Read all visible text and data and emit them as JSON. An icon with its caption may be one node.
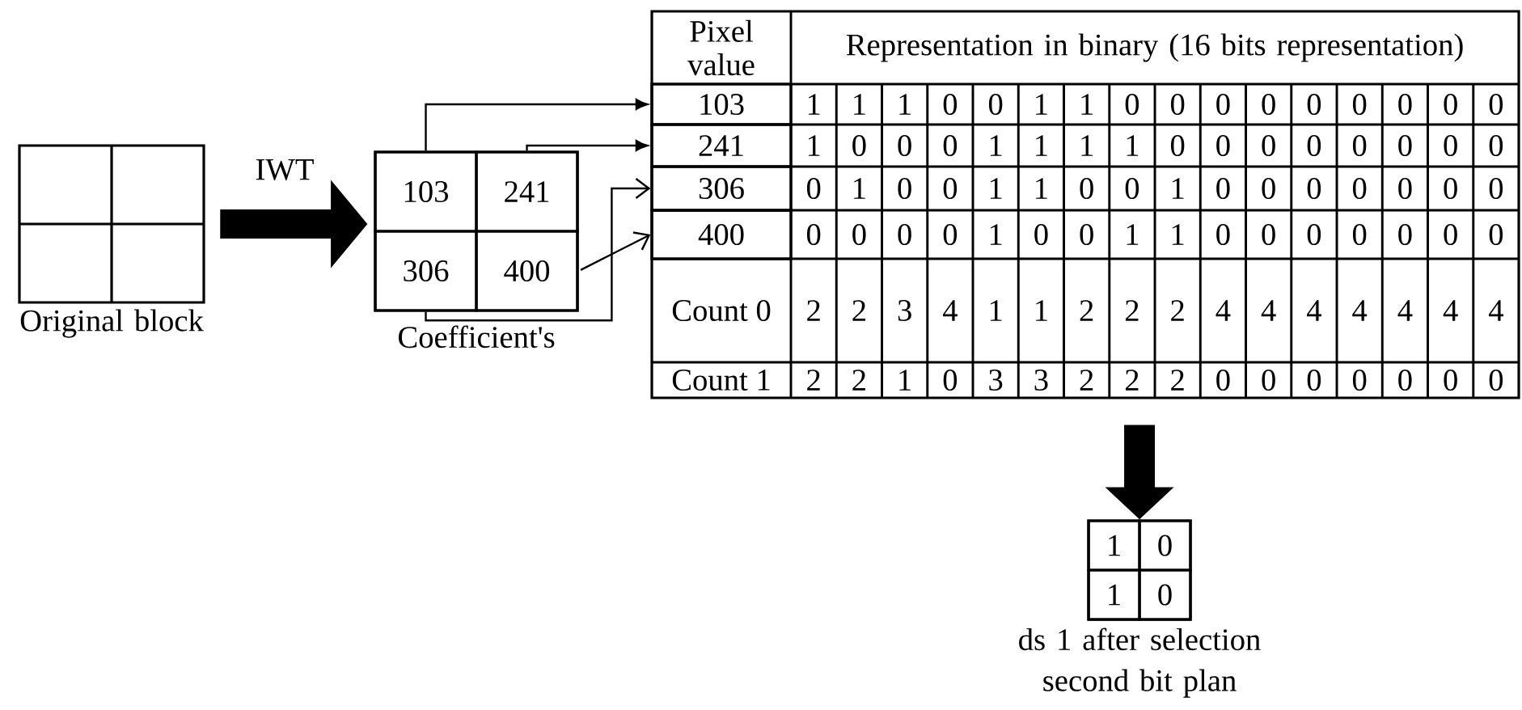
{
  "diagram": {
    "nodes": [
      {
        "text": [],
        "shape": "box",
        "beside": [
          "Original block"
        ]
      },
      {
        "text": [],
        "shape": "box",
        "beside": [
          "Coefficient's"
        ]
      },
      {
        "text": [
          "103"
        ],
        "in": 1
      },
      {
        "text": [
          "241"
        ],
        "in": 1
      },
      {
        "text": [
          "306"
        ],
        "in": 1
      },
      {
        "text": [
          "400"
        ],
        "in": 1
      },
      {
        "text": [],
        "shape": "box"
      },
      {
        "text": [
          "103"
        ],
        "in": 6
      },
      {
        "text": [
          "241"
        ],
        "in": 6
      },
      {
        "text": [
          "306"
        ],
        "in": 6
      },
      {
        "text": [
          "400"
        ],
        "in": 6
      },
      {
        "text": [],
        "shape": "box",
        "beside": [
          "ds 1 after selection second bit plan"
        ]
      },
      {
        "text": [
          "1"
        ],
        "in": 11
      },
      {
        "text": [
          "0"
        ],
        "in": 11
      },
      {
        "text": [
          "1"
        ],
        "in": 11
      },
      {
        "text": [
          "0"
        ],
        "in": 11
      }
    ],
    "edges": [
      {
        "from": 0,
        "to": 1,
        "arrow": "to",
        "label": "IWT",
        "style": "thick"
      },
      {
        "from": 2,
        "to": 7,
        "arrow": "to"
      },
      {
        "from": 3,
        "to": 8,
        "arrow": "to"
      },
      {
        "from": 4,
        "to": 9,
        "arrow": "to"
      },
      {
        "from": 5,
        "to": 10,
        "arrow": "to"
      },
      {
        "from": 6,
        "to": 11,
        "arrow": "to",
        "style": "thick"
      }
    ],
    "labels": [
      "Pixel value",
      "Representation in binary (16 bits representation)",
      "1",
      "1",
      "1",
      "0",
      "0",
      "1",
      "1",
      "0",
      "0",
      "0",
      "0",
      "0",
      "0",
      "0",
      "0",
      "0",
      "1",
      "0",
      "0",
      "0",
      "1",
      "1",
      "1",
      "1",
      "0",
      "0",
      "0",
      "0",
      "0",
      "0",
      "0",
      "0",
      "0",
      "1",
      "0",
      "0",
      "1",
      "1",
      "0",
      "0",
      "1",
      "0",
      "0",
      "0",
      "0",
      "0",
      "0",
      "0",
      "0",
      "0",
      "0",
      "0",
      "1",
      "0",
      "0",
      "1",
      "1",
      "0",
      "0",
      "0",
      "0",
      "0",
      "0",
      "0",
      "Count 0",
      "2",
      "2",
      "3",
      "4",
      "1",
      "1",
      "2",
      "2",
      "2",
      "4",
      "4",
      "4",
      "4",
      "4",
      "4",
      "4",
      "Count 1",
      "2",
      "2",
      "1",
      "0",
      "3",
      "3",
      "2",
      "2",
      "2",
      "0",
      "0",
      "0",
      "0",
      "0",
      "0",
      "0"
    ]
  }
}
